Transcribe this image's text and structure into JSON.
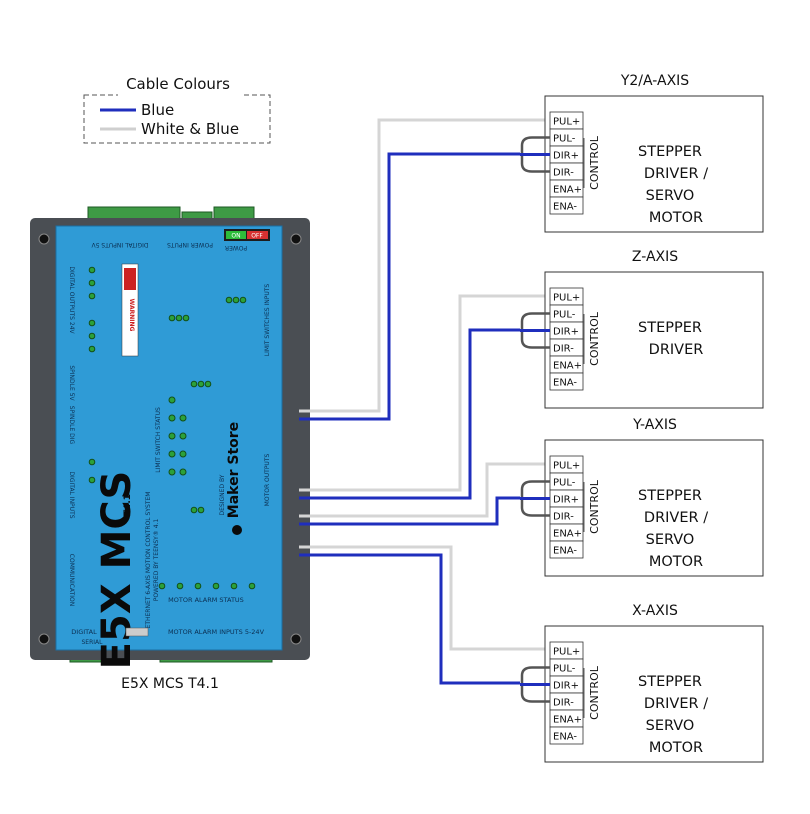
{
  "legend": {
    "title": "Cable Colours",
    "items": [
      {
        "label": "Blue",
        "color": "#1f2ebd"
      },
      {
        "label": "White & Blue",
        "color": "#cfcfcf"
      }
    ]
  },
  "board": {
    "caption": "E5X MCS T4.1",
    "logo": "E5X MCS",
    "version": "T4.1",
    "subtitle_1": "ETHERNET 6-AXIS MOTION CONTROL SYSTEM",
    "subtitle_2": "POWERED BY TEENSY® 4.1",
    "brand_1": "DESIGNED BY",
    "brand_2": "Maker Store",
    "power_label": "POWER",
    "on_label": "ON",
    "off_label": "OFF",
    "warning": "WARNING",
    "top_labels": [
      "DIGITAL INPUTS 5V",
      "POWER INPUTS"
    ],
    "left_labels": [
      "DIGITAL OUTPUTS 24V",
      "SPINDLE 5V",
      "SPINDLE DIG",
      "DIGITAL INPUTS",
      "COMMUNICATION"
    ],
    "right_labels": [
      "LIMIT SWITCHES INPUTS",
      "MOTOR OUTPUTS"
    ],
    "bottom_labels": [
      "DIGITAL",
      "SERIAL",
      "MOTOR ALARM INPUTS 5-24V",
      "MOTOR ALARM STATUS",
      "LIMIT SWITCH STATUS"
    ]
  },
  "pin_labels": [
    "PUL+",
    "PUL-",
    "DIR+",
    "DIR-",
    "ENA+",
    "ENA-"
  ],
  "control_label": "CONTROL",
  "drivers": [
    {
      "axis": "Y2/A-AXIS",
      "lines": [
        "STEPPER",
        "DRIVER /",
        "SERVO",
        "MOTOR"
      ]
    },
    {
      "axis": "Z-AXIS",
      "lines": [
        "STEPPER",
        "DRIVER"
      ]
    },
    {
      "axis": "Y-AXIS",
      "lines": [
        "STEPPER",
        "DRIVER /",
        "SERVO",
        "MOTOR"
      ]
    },
    {
      "axis": "X-AXIS",
      "lines": [
        "STEPPER",
        "DRIVER /",
        "SERVO",
        "MOTOR"
      ]
    }
  ]
}
